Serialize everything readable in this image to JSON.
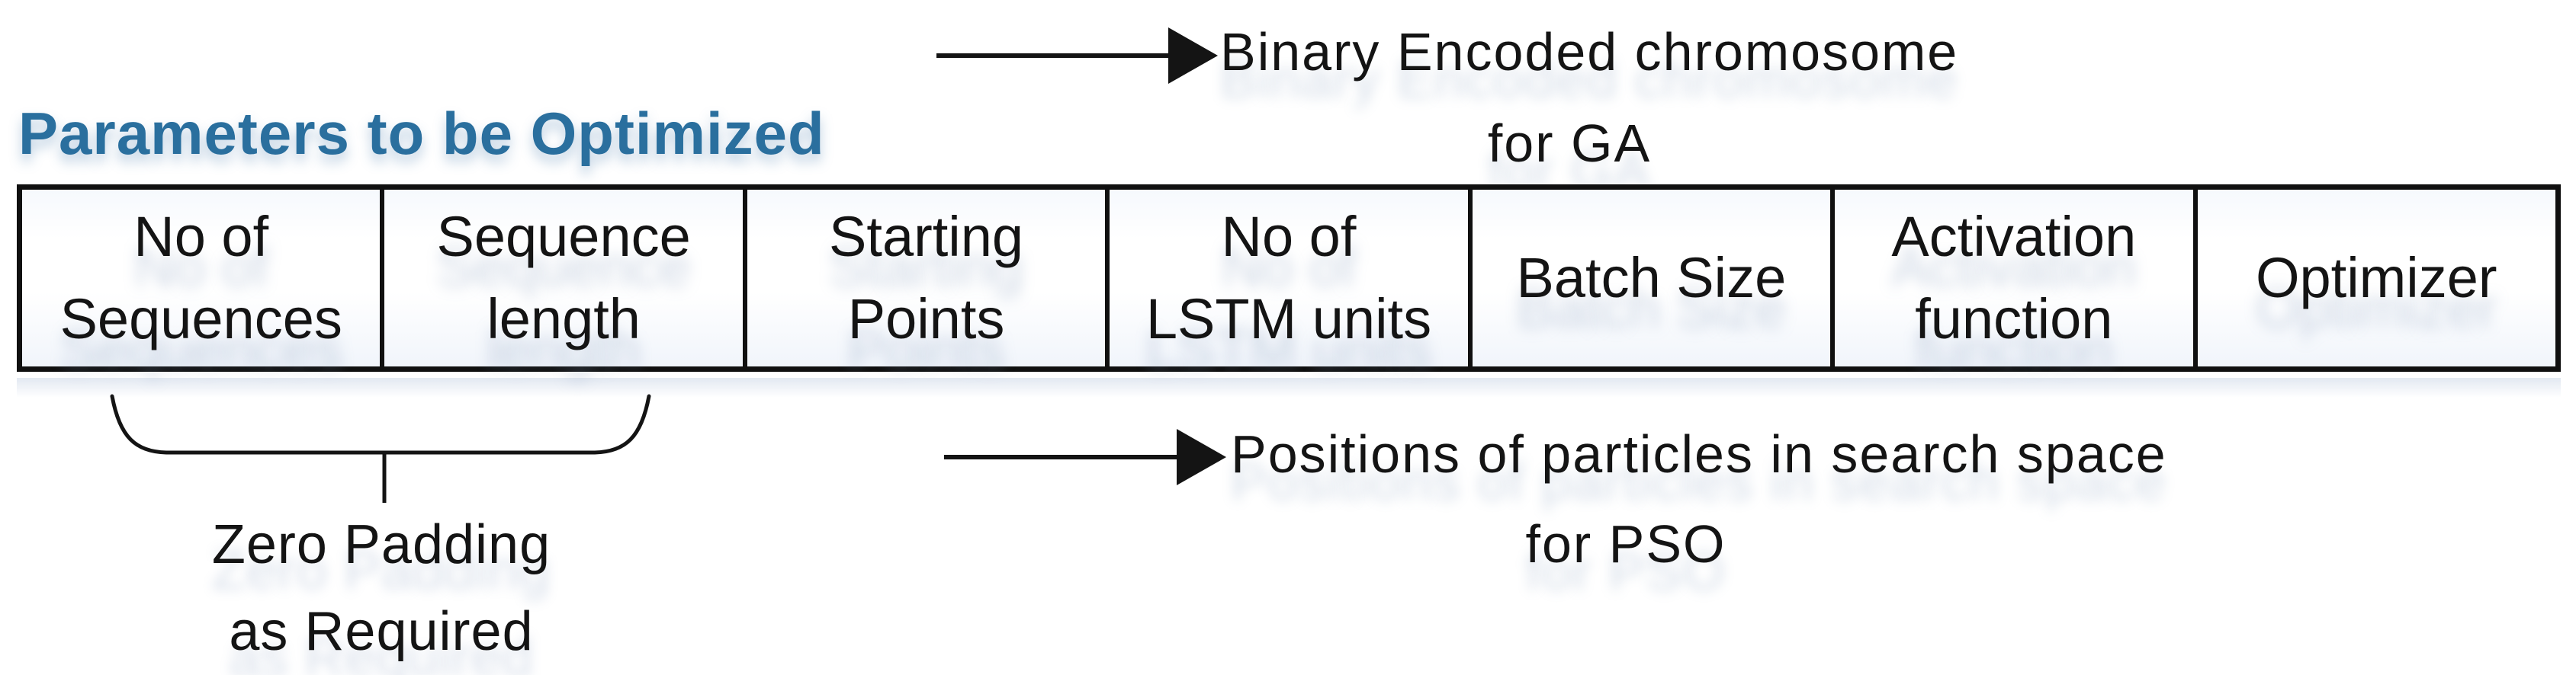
{
  "figure": {
    "title": "Parameters to be Optimized",
    "ga_annotation": {
      "line1": "Binary Encoded chromosome",
      "line2": "for GA"
    },
    "pso_annotation": {
      "line1": "Positions of particles in search space",
      "line2": "for PSO"
    },
    "zero_padding_annotation": {
      "line1": "Zero Padding",
      "line2": "as Required"
    },
    "parameters": [
      {
        "line1": "No of",
        "line2": "Sequences"
      },
      {
        "line1": "Sequence",
        "line2": "length"
      },
      {
        "line1": "Starting",
        "line2": "Points"
      },
      {
        "line1": "No of",
        "line2": "LSTM units"
      },
      {
        "line1": "Batch Size",
        "line2": ""
      },
      {
        "line1": "Activation",
        "line2": "function"
      },
      {
        "line1": "Optimizer",
        "line2": ""
      }
    ],
    "colors": {
      "title": "#2a6f9e",
      "line": "#141414",
      "text": "#141414"
    }
  }
}
